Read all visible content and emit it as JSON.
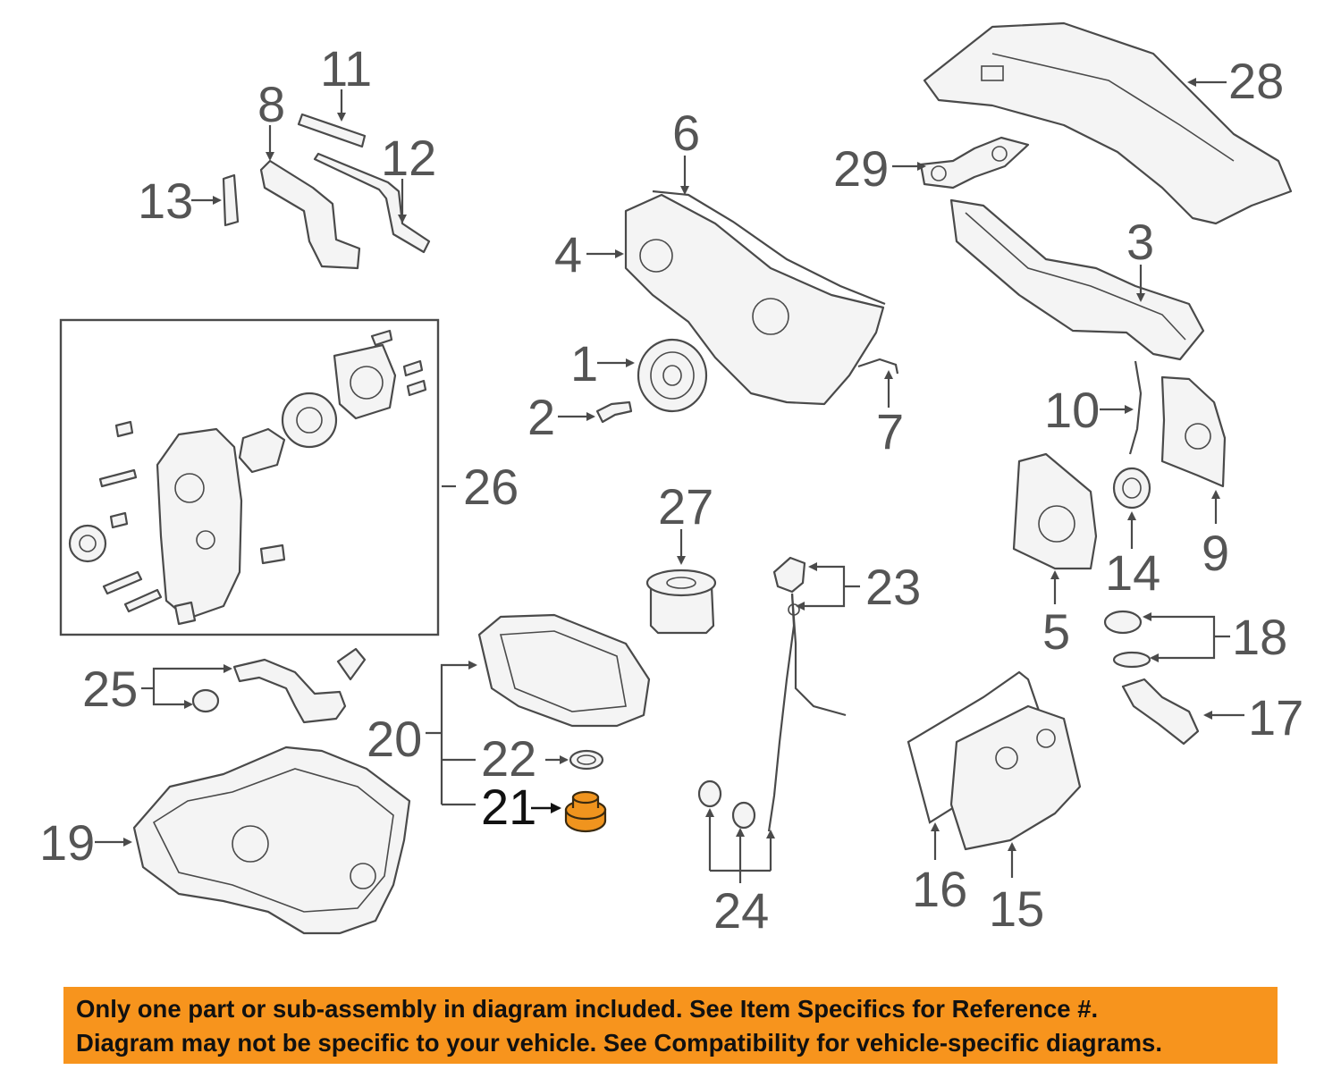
{
  "callouts": {
    "c1": "1",
    "c2": "2",
    "c3": "3",
    "c4": "4",
    "c5": "5",
    "c6": "6",
    "c7": "7",
    "c8": "8",
    "c9": "9",
    "c10": "10",
    "c11": "11",
    "c12": "12",
    "c13": "13",
    "c14": "14",
    "c15": "15",
    "c16": "16",
    "c17": "17",
    "c18": "18",
    "c19": "19",
    "c20": "20",
    "c21": "21",
    "c22": "22",
    "c23": "23",
    "c24": "24",
    "c25": "25",
    "c26": "26",
    "c27": "27",
    "c28": "28",
    "c29": "29"
  },
  "highlight": {
    "part": "21",
    "color": "#f0941e"
  },
  "notice": {
    "line1": "Only one part or sub-assembly in diagram included. See Item Specifics for Reference #.",
    "line2": "Diagram may not be specific to your vehicle. See Compatibility for vehicle-specific diagrams.",
    "background": "#f7941d"
  }
}
